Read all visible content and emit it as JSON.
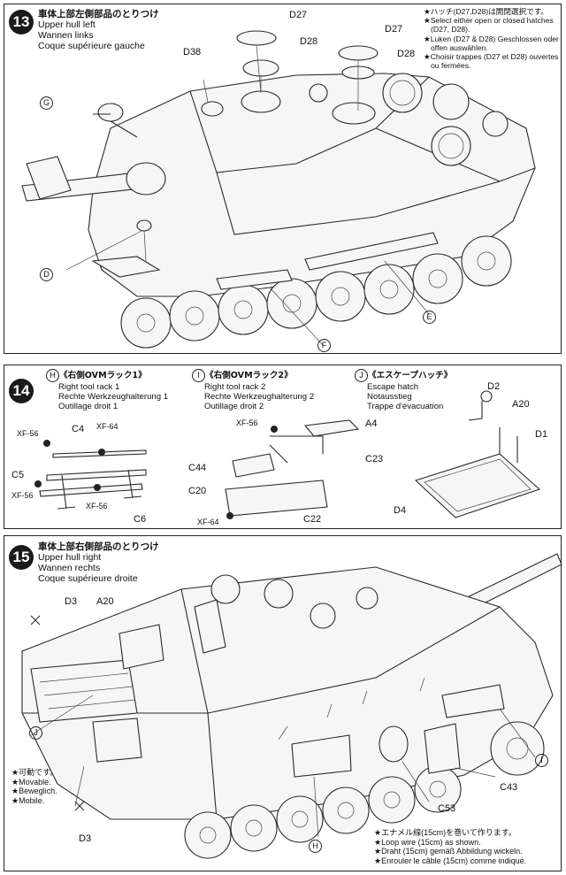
{
  "step13": {
    "number": "13",
    "title_jp": "車体上部左側部品のとりつけ",
    "title_en": "Upper hull left",
    "title_de": "Wannen links",
    "title_fr": "Coque supérieure gauche",
    "note_jp": "★ハッチ(D27,D28)は開閉選択です。",
    "note_en_1": "★Select either open or closed hatches",
    "note_en_2": "(D27, D28).",
    "note_de_1": "★Luken (D27 & D28) Geschlossen oder",
    "note_de_2": "offen auswählen.",
    "note_fr_1": "★Choisir trappes (D27 et D28) ouvertes",
    "note_fr_2": "ou fermées.",
    "labels": {
      "d27_a": "D27",
      "d28_a": "D28",
      "d38": "D38",
      "d27_b": "D27",
      "d28_b": "D28",
      "g": "G",
      "d": "D",
      "e": "E",
      "f": "F"
    }
  },
  "step14": {
    "number": "14",
    "h_marker": "H",
    "h_jp": "《右側OVMラック1》",
    "h_en": "Right tool rack 1",
    "h_de": "Rechte Werkzeughalterung 1",
    "h_fr": "Outillage droit 1",
    "i_marker": "I",
    "i_jp": "《右側OVMラック2》",
    "i_en": "Right tool rack 2",
    "i_de": "Rechte Werkzeughalterung 2",
    "i_fr": "Outillage droit 2",
    "j_marker": "J",
    "j_jp": "《エスケープハッチ》",
    "j_en": "Escape hatch",
    "j_de": "Notausstieg",
    "j_fr": "Trappe d'évacuation",
    "labels": {
      "xf56_a": "XF-56",
      "c4": "C4",
      "xf64_a": "XF-64",
      "c5": "C5",
      "xf56_b": "XF-56",
      "xf56_c": "XF-56",
      "c6": "C6",
      "xf56_d": "XF-56",
      "a4": "A4",
      "c23": "C23",
      "c44": "C44",
      "c20": "C20",
      "xf64_b": "XF-64",
      "c22": "C22",
      "d2": "D2",
      "a20": "A20",
      "d1": "D1",
      "d4": "D4"
    }
  },
  "step15": {
    "number": "15",
    "title_jp": "車体上部右側部品のとりつけ",
    "title_en": "Upper hull right",
    "title_de": "Wannen rechts",
    "title_fr": "Coque supérieure droite",
    "movable_jp": "★可動です。",
    "movable_en": "★Movable.",
    "movable_de": "★Beweglich.",
    "movable_fr": "★Mobile.",
    "wire_jp": "★エナメル線(15cm)を巻いて作ります。",
    "wire_en": "★Loop wire (15cm) as shown.",
    "wire_de": "★Draht (15cm) gemäß Abbildung wickeln.",
    "wire_fr": "★Enrouler le câble (15cm) comme indiqué.",
    "labels": {
      "d3_a": "D3",
      "a20": "A20",
      "j": "J",
      "d3_b": "D3",
      "h": "H",
      "c53": "C53",
      "c43": "C43",
      "i": "I"
    }
  }
}
